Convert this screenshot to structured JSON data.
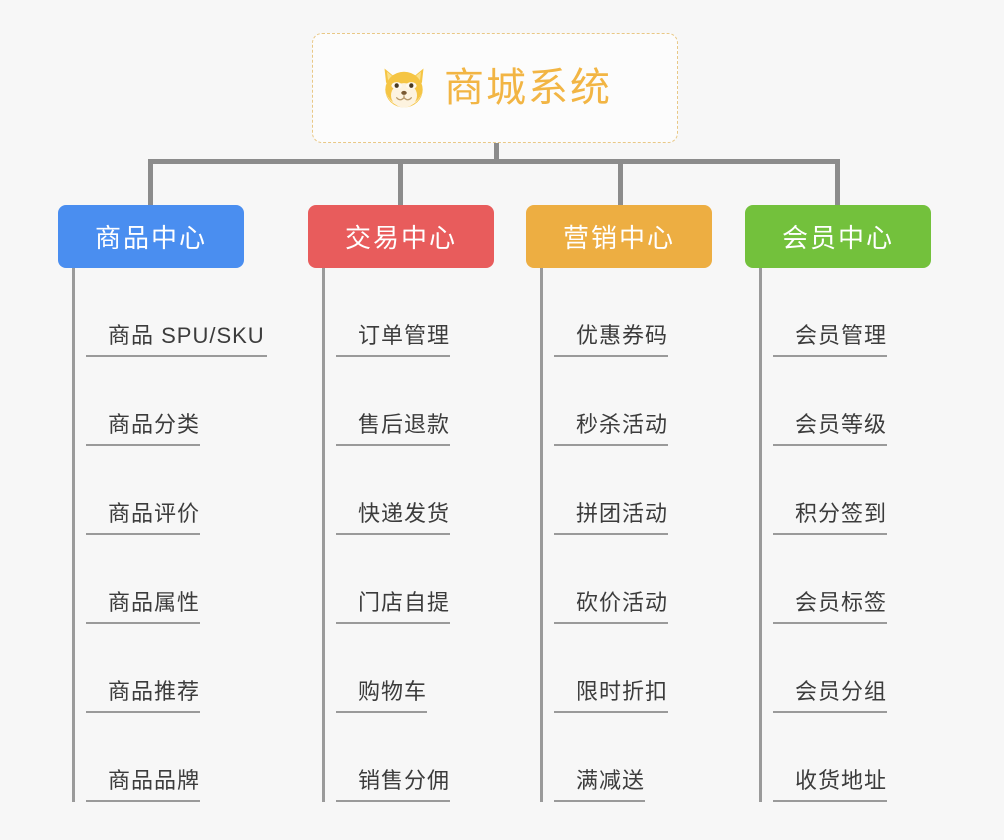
{
  "diagram": {
    "type": "org-chart",
    "root": {
      "title": "商城系统",
      "emoji_name": "shiba-dog-face",
      "title_color": "#f2b544",
      "border_color": "#e9c886"
    },
    "connector_color": "#8c8c8c",
    "background_color": "#f7f7f7",
    "columns": [
      {
        "id": "product-center",
        "label": "商品中心",
        "color": "#4a8ef0",
        "items": [
          "商品 SPU/SKU",
          "商品分类",
          "商品评价",
          "商品属性",
          "商品推荐",
          "商品品牌"
        ]
      },
      {
        "id": "trade-center",
        "label": "交易中心",
        "color": "#e85c5c",
        "items": [
          "订单管理",
          "售后退款",
          "快递发货",
          "门店自提",
          "购物车",
          "销售分佣"
        ]
      },
      {
        "id": "marketing-center",
        "label": "营销中心",
        "color": "#edae42",
        "items": [
          "优惠券码",
          "秒杀活动",
          "拼团活动",
          "砍价活动",
          "限时折扣",
          "满减送"
        ]
      },
      {
        "id": "member-center",
        "label": "会员中心",
        "color": "#73c13c",
        "items": [
          "会员管理",
          "会员等级",
          "积分签到",
          "会员标签",
          "会员分组",
          "收货地址"
        ]
      }
    ]
  }
}
